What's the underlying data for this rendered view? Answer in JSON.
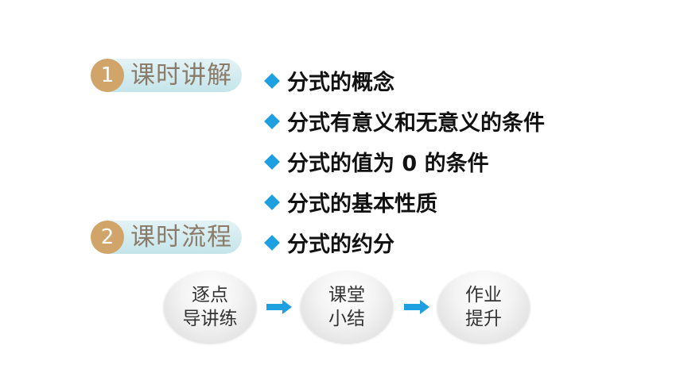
{
  "sections": [
    {
      "number": "1",
      "title": "课时讲解"
    },
    {
      "number": "2",
      "title": "课时流程"
    }
  ],
  "topics": [
    "分式的概念",
    "分式有意义和无意义的条件",
    "分式的值为 0 的条件",
    "分式的基本性质",
    "分式的约分"
  ],
  "flow": [
    {
      "line1": "逐点",
      "line2": "导讲练"
    },
    {
      "line1": "课堂",
      "line2": "小结"
    },
    {
      "line1": "作业",
      "line2": "提升"
    }
  ],
  "colors": {
    "badge": "#d1a56a",
    "pill": "#c4e5ea",
    "section_text": "#8b7b6a",
    "bullet": "#1e9fe0",
    "arrow": "#1e9fe0"
  },
  "icons": {
    "bullet": "diamond-bullet-icon",
    "arrow": "right-arrow-icon"
  }
}
